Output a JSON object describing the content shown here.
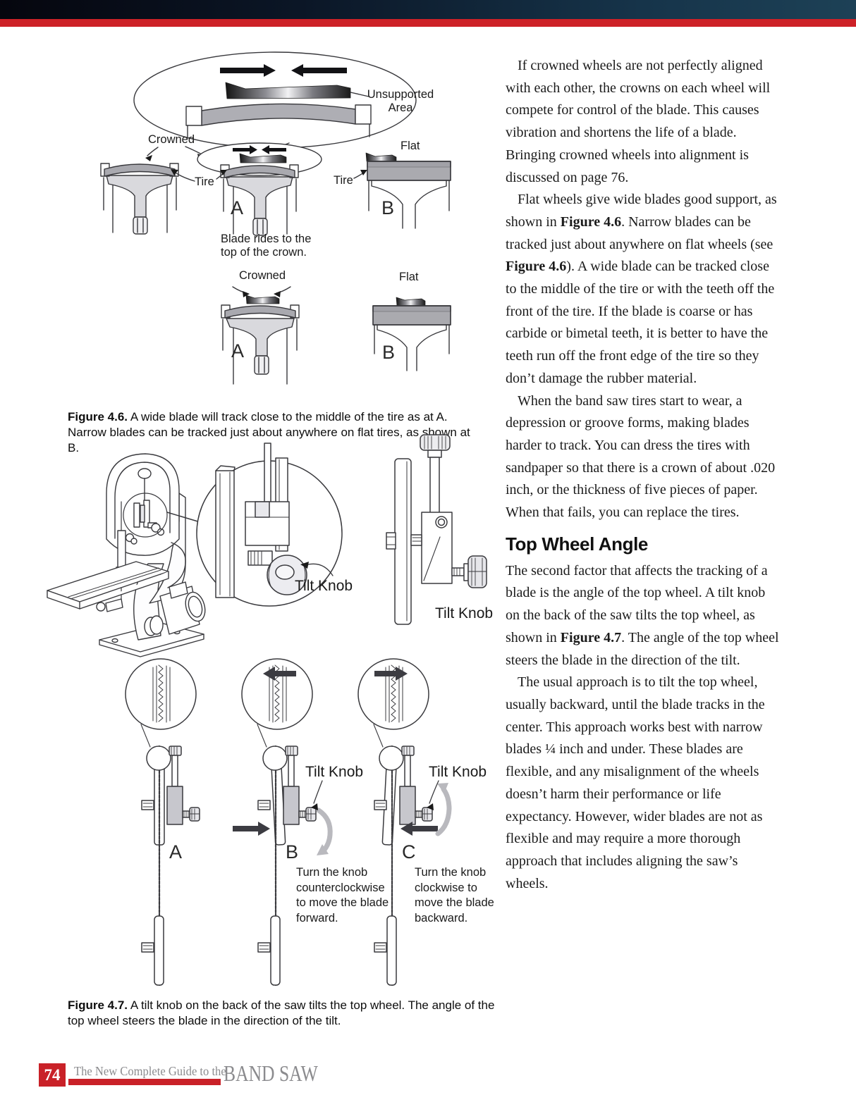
{
  "figure46": {
    "labels": {
      "unsupported_line1": "Unsupported",
      "unsupported_line2": "Area",
      "crowned_row1": "Crowned",
      "tire_row1": "Tire",
      "tire_row1_b": "Tire",
      "flat_row1": "Flat",
      "letter_a_row1": "A",
      "letter_b_row1": "B",
      "blade_note_line1": "Blade rides to the",
      "blade_note_line2": "top of the crown.",
      "crowned_row2": "Crowned",
      "flat_row2": "Flat",
      "letter_a_row2": "A",
      "letter_b_row2": "B"
    },
    "caption": {
      "label": "Figure 4.6.",
      "text": " A wide blade will track close to the middle of the tire as at A. Narrow blades can be tracked just about anywhere on flat tires, as shown at B."
    }
  },
  "figure47": {
    "labels": {
      "tilt_knob_magnifier": "Tilt Knob",
      "tilt_knob_side": "Tilt Knob",
      "tilt_knob_b": "Tilt Knob",
      "tilt_knob_c": "Tilt Knob",
      "letter_a": "A",
      "letter_b": "B",
      "letter_c": "C",
      "note_b": "Turn the knob counterclockwise to move the blade forward.",
      "note_c": "Turn the knob clockwise to move the blade backward."
    },
    "caption": {
      "label": "Figure 4.7.",
      "text": " A tilt knob on the back of the saw tilts the top wheel. The angle of the top wheel steers the blade in the direction of the tilt."
    }
  },
  "article": {
    "p1": "If crowned wheels are not perfectly aligned with each other, the crowns on each wheel will compete for control of the blade. This causes vibration and shortens the life of a blade. Bringing crowned wheels into alignment is discussed on page 76.",
    "p2": {
      "a": "Flat wheels give wide blades good support, as shown in ",
      "b": "Figure 4.6",
      "c": ". Narrow blades can be tracked just about anywhere on flat wheels (see ",
      "d": "Figure 4.6",
      "e": "). A wide blade can be tracked close to the middle of the tire or with the teeth off the front of the tire. If the blade is coarse or has carbide or bimetal teeth, it is better to have the teeth run off the front edge of the tire so they don’t damage the rubber material."
    },
    "p3": "When the band saw tires start to wear, a depression or groove forms, making blades harder to track. You can dress the tires with sandpaper so that there is a crown of about .020 inch, or the thickness of five pieces of paper. When that fails, you can replace the tires.",
    "heading": "Top Wheel Angle",
    "p4": {
      "a": "The second factor that affects the tracking of a blade is the angle of the top wheel. A tilt knob on the back of the saw tilts the top wheel, as shown in ",
      "b": "Figure 4.7",
      "c": ". The angle of the top wheel steers the blade in the direction of the tilt."
    },
    "p5": "The usual approach is to tilt the top wheel, usually backward, until the blade tracks in the center. This approach works best with narrow blades ¼ inch and under. These blades are flexible, and any misalignment of the wheels doesn’t harm their performance or life expectancy. However, wider blades are not as flexible and may require a more thorough approach that includes aligning the saw’s wheels.",
    "page_reference": "76"
  },
  "footer": {
    "page_number": "74",
    "series_title": "The New Complete Guide to the",
    "book_title": "BAND SAW"
  },
  "colors": {
    "header_navy_left": "#05060e",
    "header_navy_right": "#1d4156",
    "accent_red": "#cd2127",
    "footer_gray": "#8b8b8e"
  }
}
